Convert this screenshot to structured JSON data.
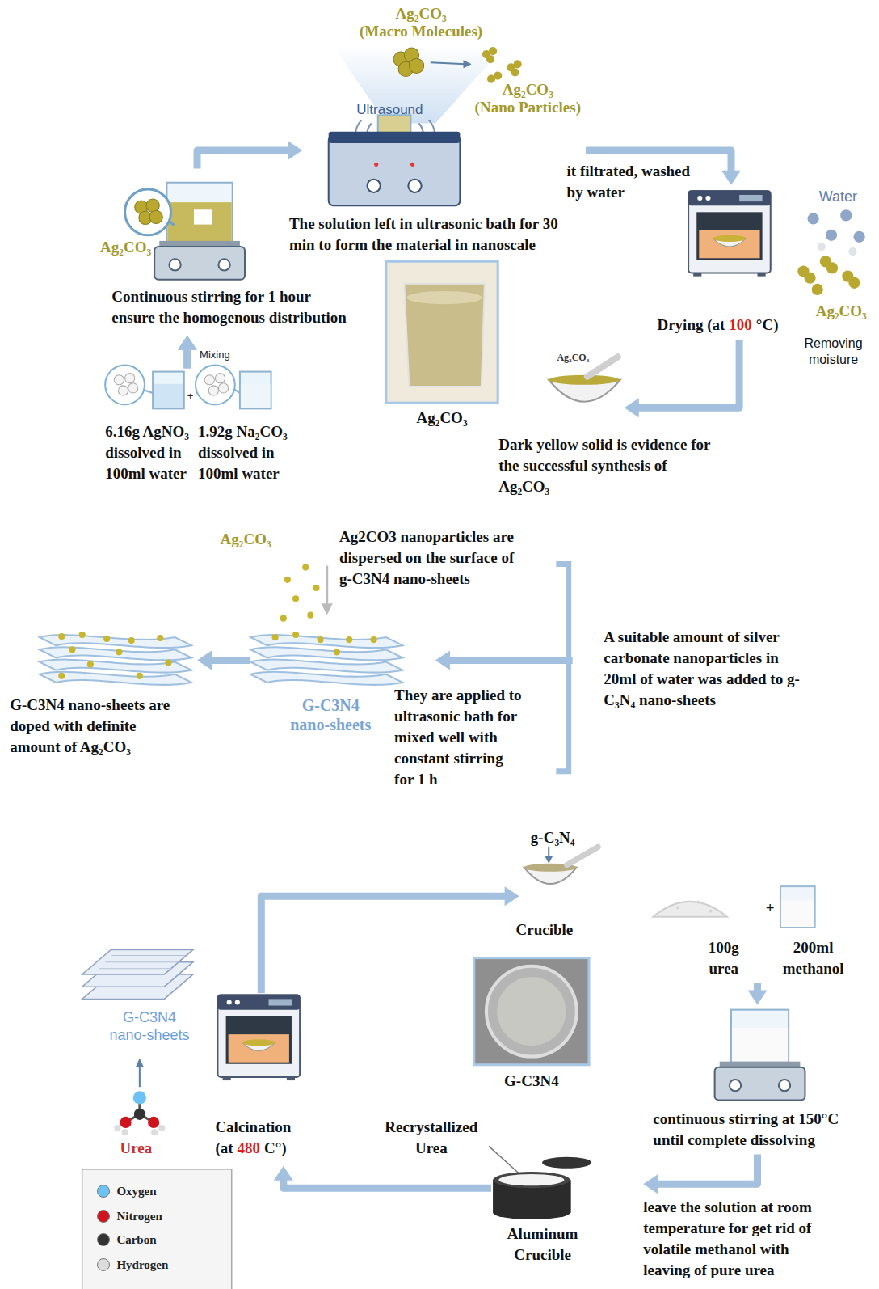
{
  "diagram": {
    "nodes": [
      {
        "text": [
          "6.16g AgNO₃ dissolved in 100ml water"
        ]
      },
      {
        "text": [
          "1.92g Na₂CO₃ dissolved in 100ml water"
        ]
      },
      {
        "text": [
          "Ag₂CO₃",
          "Continuous stirring for 1 hour ensure the homogenous distribution"
        ]
      },
      {
        "text": [
          "Ag₂CO₃ (Macro Molecules)",
          "Ultrasound",
          "Ag₂CO₃ (Nano Particles)",
          "The solution left in ultrasonic bath for 30 min to form the material in nanoscale"
        ]
      },
      {
        "text": [
          "Ag₂CO₃"
        ]
      },
      {
        "text": [
          "Drying (at",
          "100",
          "°C)"
        ]
      },
      {
        "text": [
          "Ag₂CO₃",
          "Dark yellow solid is evidence for the successful synthesis of Ag₂CO₃"
        ]
      },
      {
        "text": [
          "A suitable amount of silver carbonate nanoparticles in 20ml of water was added to g-C₃N₄ nano-sheets"
        ]
      },
      {
        "text": [
          "Ag₂CO₃",
          "Ag2CO3 nanoparticles are dispersed on the surface of g-C3N4 nano-sheets",
          "G-C3N4 nano-sheets"
        ]
      },
      {
        "text": [
          "G-C3N4 nano-sheets are doped with definite amount of Ag₂CO₃"
        ]
      },
      {
        "text": [
          "100g urea",
          "+",
          "200ml methanol"
        ]
      },
      {
        "text": [
          "continuous stirring at 150°C until complete dissolving"
        ]
      },
      {
        "text": [
          "Recrystallized Urea",
          "Aluminum Crucible"
        ]
      },
      {
        "text": [
          "G-C3N4"
        ]
      },
      {
        "text": [
          "Calcination",
          "(at",
          "480",
          "C°)"
        ]
      },
      {
        "text": [
          "G-C3N4 nano-sheets",
          "Urea"
        ]
      },
      {
        "text": [
          "g-C₃N₄",
          "Crucible"
        ]
      }
    ],
    "edges": [
      {
        "from": 0,
        "to": 2,
        "arrow": "to",
        "label": "Mixing"
      },
      {
        "from": 1,
        "to": 2,
        "arrow": "to"
      },
      {
        "from": 2,
        "to": 3,
        "arrow": "to"
      },
      {
        "from": 3,
        "to": 5,
        "arrow": "to",
        "label": "it filtrated, washed by water"
      },
      {
        "from": 5,
        "to": 6,
        "arrow": "to"
      },
      {
        "from": 7,
        "to": 8,
        "arrow": "to",
        "label": "They are applied to ultrasonic bath for mixed well with constant stirring for 1 h"
      },
      {
        "from": 8,
        "to": 9,
        "arrow": "to"
      },
      {
        "from": 10,
        "to": 11,
        "arrow": "to"
      },
      {
        "from": 11,
        "to": 12,
        "arrow": "to",
        "label": "leave the solution at room temperature for get rid of volatile methanol with leaving of pure urea"
      },
      {
        "from": 12,
        "to": 14,
        "arrow": "to"
      },
      {
        "from": 14,
        "to": 16,
        "arrow": "to"
      }
    ],
    "labels": [
      "+",
      "Water",
      "Ag₂CO₃",
      "Removing moisture"
    ],
    "legend": [
      {
        "text": "Oxygen",
        "color": "#6cc1f5"
      },
      {
        "text": "Nitrogen",
        "color": "#d0141e"
      },
      {
        "text": "Carbon",
        "color": "#333333"
      },
      {
        "text": "Hydrogen",
        "color": "#dcdcdc"
      }
    ]
  }
}
